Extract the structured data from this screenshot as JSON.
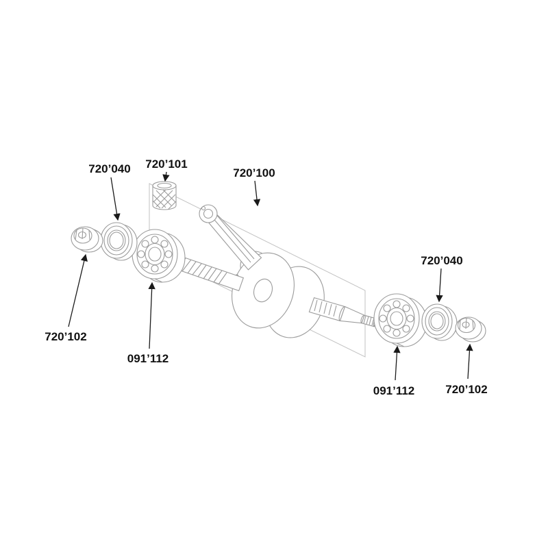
{
  "diagram": {
    "labels": {
      "seal_left": "720’040",
      "needle_bearing": "720’101",
      "crankshaft": "720’100",
      "nut_left": "720’102",
      "bearing_left": "091’112",
      "seal_right": "720’040",
      "bearing_right": "091’112",
      "nut_right": "720’102"
    },
    "colors": {
      "background": "#ffffff",
      "part_line": "#9b9b9b",
      "leader_line": "#1a1a1a",
      "label_text": "#111111"
    }
  }
}
